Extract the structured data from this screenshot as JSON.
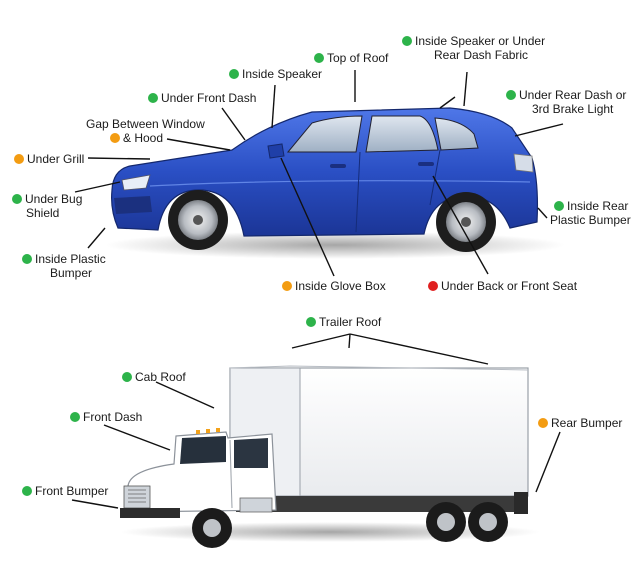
{
  "legend_colors": {
    "green": "#2db34a",
    "orange": "#f39c12",
    "red": "#e02020"
  },
  "car": {
    "body_color": "#2a4fc4",
    "labels": [
      {
        "id": "top-of-roof",
        "text": "Top of Roof",
        "dot": "green"
      },
      {
        "id": "inside-speaker-under-rear-dash-fabric",
        "text": "Inside Speaker or Under",
        "text2": "Rear Dash Fabric",
        "dot": "green"
      },
      {
        "id": "inside-speaker",
        "text": "Inside Speaker",
        "dot": "green"
      },
      {
        "id": "under-front-dash",
        "text": "Under Front Dash",
        "dot": "green"
      },
      {
        "id": "under-rear-dash-3rd-brake-light",
        "text": "Under Rear Dash or",
        "text2": "3rd Brake Light",
        "dot": "green"
      },
      {
        "id": "gap-between-window-hood",
        "text": "Gap Between Window",
        "text2": "& Hood",
        "dot": "orange"
      },
      {
        "id": "under-grill",
        "text": "Under Grill",
        "dot": "orange"
      },
      {
        "id": "under-bug-shield",
        "text": "Under Bug",
        "text2": "Shield",
        "dot": "green"
      },
      {
        "id": "inside-rear-plastic-bumper",
        "text": "Inside Rear",
        "text2": "Plastic Bumper",
        "dot": "green"
      },
      {
        "id": "inside-plastic-bumper",
        "text": "Inside Plastic",
        "text2": "Bumper",
        "dot": "green"
      },
      {
        "id": "inside-glove-box",
        "text": "Inside Glove Box",
        "dot": "orange"
      },
      {
        "id": "under-back-front-seat",
        "text": "Under Back or Front Seat",
        "dot": "red"
      }
    ]
  },
  "truck": {
    "labels": [
      {
        "id": "trailer-roof",
        "text": "Trailer Roof",
        "dot": "green"
      },
      {
        "id": "cab-roof",
        "text": "Cab Roof",
        "dot": "green"
      },
      {
        "id": "front-dash",
        "text": "Front Dash",
        "dot": "green"
      },
      {
        "id": "rear-bumper",
        "text": "Rear Bumper",
        "dot": "orange"
      },
      {
        "id": "front-bumper",
        "text": "Front Bumper",
        "dot": "green"
      }
    ]
  }
}
